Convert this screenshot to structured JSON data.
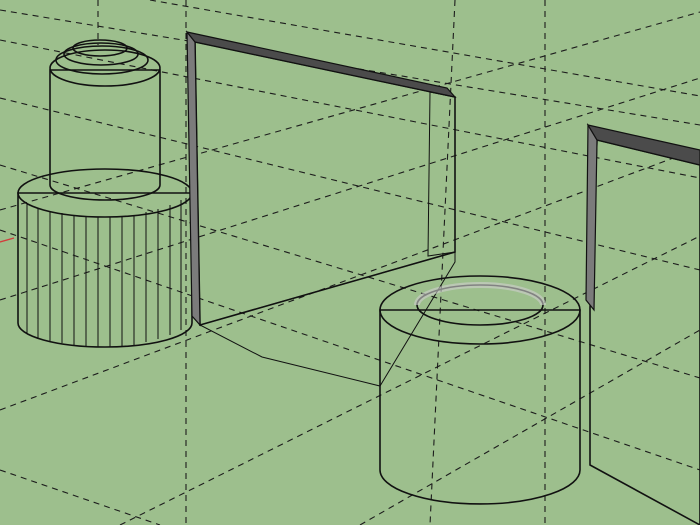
{
  "viewport": {
    "background_color": "#9dbf8d",
    "face_front_color": "#ffffff",
    "face_light_color": "#efefef",
    "face_shadow_color": "#d4d4d4",
    "edge_color": "#111111",
    "guide_line_color": "#1c1c1c",
    "axis_color": "#d23c3c"
  },
  "objects": [
    {
      "name": "stepped-cylinder-stack"
    },
    {
      "name": "thin-wall-left"
    },
    {
      "name": "thin-wall-right"
    },
    {
      "name": "hollow-tube-cylinder"
    }
  ]
}
